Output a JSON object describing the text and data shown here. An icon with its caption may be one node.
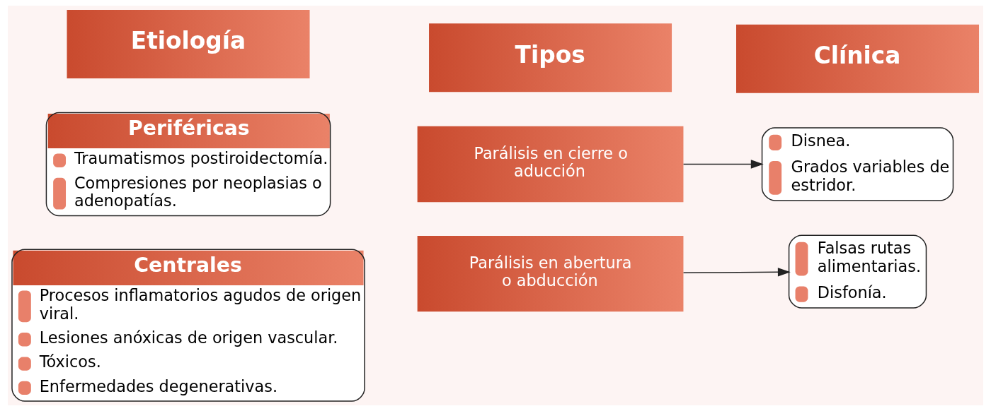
{
  "diagram": {
    "nodes": [
      {
        "text": [
          "Etiología"
        ]
      },
      {
        "text": [
          "Tipos"
        ]
      },
      {
        "text": [
          "Clínica"
        ]
      },
      {
        "text": [
          "Periféricas",
          "Traumatismos postiroidectomía.",
          "Compresiones por neoplasias o adenopatías."
        ]
      },
      {
        "text": [
          "Centrales",
          "Procesos inflamatorios agudos de origen viral.",
          "Lesiones anóxicas de origen vascular.",
          "Tóxicos.",
          "Enfermedades degenerativas."
        ]
      },
      {
        "text": [
          "Parálisis en cierre o aducción"
        ]
      },
      {
        "text": [
          "Parálisis en abertura o abducción"
        ]
      },
      {
        "text": [
          "Disnea.",
          "Grados variables de estridor."
        ]
      },
      {
        "text": [
          "Falsas rutas alimentarias.",
          "Disfonía."
        ]
      }
    ],
    "edges": [
      {
        "from": 5,
        "to": 7,
        "arrow": "to"
      },
      {
        "from": 6,
        "to": 8,
        "arrow": "to"
      }
    ]
  }
}
